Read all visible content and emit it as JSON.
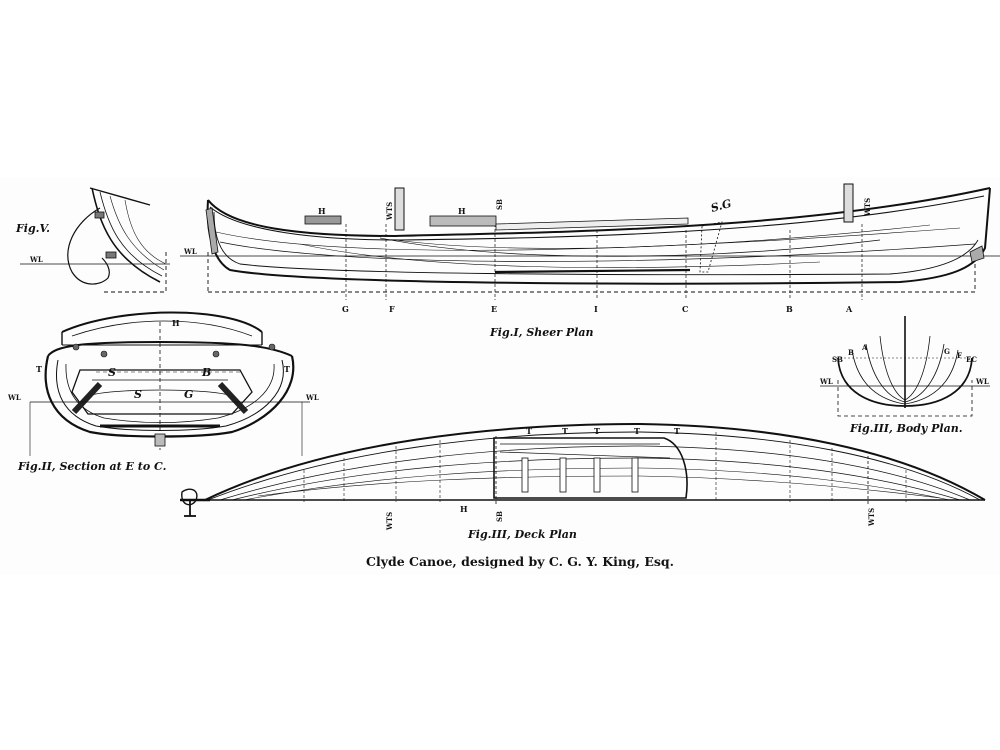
{
  "figures": {
    "fig5": {
      "title": "Fig.V.",
      "wl": "WL"
    },
    "fig1": {
      "title": "Fig.I, Sheer Plan",
      "wl": "WL",
      "stations": [
        "G",
        "F",
        "E",
        "I",
        "C",
        "B",
        "A"
      ],
      "marks": {
        "h1": "H",
        "h2": "H",
        "sg": "S.G",
        "wts1": "WTS",
        "sb": "SB",
        "wts2": "WTS"
      }
    },
    "fig2": {
      "title": "Fig.II, Section at E to C.",
      "marks": {
        "h": "H",
        "t_left": "T",
        "t_right": "T",
        "s1": "S",
        "b": "B",
        "s2": "S",
        "g": "G",
        "wl_left": "WL",
        "wl_right": "WL"
      }
    },
    "fig3_body": {
      "title": "Fig.III, Body Plan.",
      "marks": [
        "SB",
        "B",
        "A",
        "G",
        "F",
        "EC"
      ],
      "wl_left": "WL",
      "wl_right": "WL"
    },
    "fig3_deck": {
      "title": "Fig.III, Deck Plan",
      "marks": {
        "t1": "T",
        "t2": "T",
        "t3": "T",
        "t4": "T",
        "t5": "T",
        "wts1": "WTS",
        "h": "H",
        "sb": "SB",
        "wts2": "WTS"
      }
    }
  },
  "caption": "Clyde Canoe, designed by C. G. Y. King, Esq."
}
